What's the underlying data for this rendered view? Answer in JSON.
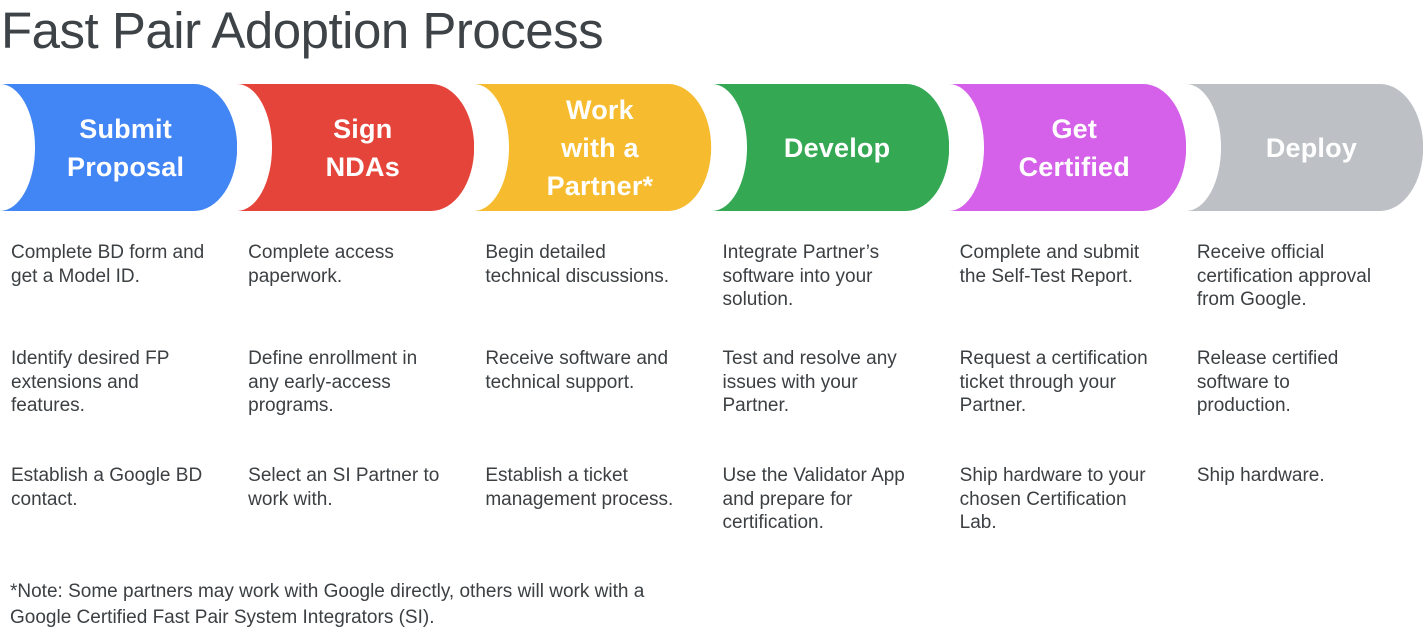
{
  "title": "Fast Pair Adoption Process",
  "note": "*Note: Some partners may work with Google directly, others will work with a\nGoogle Certified Fast Pair System Integrators (SI).",
  "colors": {
    "background": "#FFFFFF",
    "title_text": "#3E4347",
    "body_text": "#3C4043",
    "stage_label_text": "#FFFFFF"
  },
  "stages": [
    {
      "label": "Submit\nProposal",
      "color": "#4285F4",
      "steps": [
        "Complete BD form and\nget a Model ID.",
        "Identify desired FP\nextensions and\nfeatures.",
        "Establish a Google BD\ncontact."
      ]
    },
    {
      "label": "Sign\nNDAs",
      "color": "#E5443A",
      "steps": [
        "Complete access\npaperwork.",
        "Define enrollment in\nany early-access\nprograms.",
        "Select an SI Partner to\nwork with."
      ]
    },
    {
      "label": "Work\nwith a\nPartner*",
      "color": "#F6BB2E",
      "steps": [
        "Begin detailed\ntechnical discussions.",
        "Receive software and\ntechnical support.",
        "Establish a ticket\nmanagement process."
      ]
    },
    {
      "label": "Develop",
      "color": "#34A853",
      "steps": [
        "Integrate Partner’s\nsoftware into your\nsolution.",
        "Test and resolve any\nissues with your\nPartner.",
        "Use the Validator App\nand prepare for\ncertification."
      ]
    },
    {
      "label": "Get\nCertified",
      "color": "#D561EA",
      "steps": [
        "Complete and submit\nthe Self-Test Report.",
        "Request a certification\nticket through your\nPartner.",
        "Ship hardware to your\nchosen Certification\nLab."
      ]
    },
    {
      "label": "Deploy",
      "color": "#BDC1C6",
      "steps": [
        "Receive official\ncertification approval\nfrom Google.",
        "Release certified\nsoftware to\nproduction.",
        "Ship hardware."
      ]
    }
  ]
}
